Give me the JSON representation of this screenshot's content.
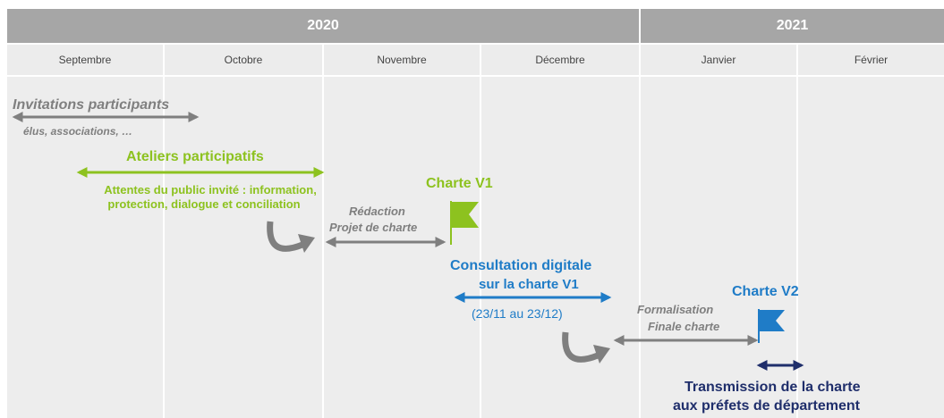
{
  "years": [
    {
      "label": "2020"
    },
    {
      "label": "2021"
    }
  ],
  "months": [
    "Septembre",
    "Octobre",
    "Novembre",
    "Décembre",
    "Janvier",
    "Février"
  ],
  "items": {
    "invitations": {
      "title": "Invitations participants",
      "subtitle": "élus, associations, …"
    },
    "ateliers": {
      "title": "Ateliers participatifs",
      "line1": "Attentes du public invité : information,",
      "line2": "protection, dialogue et conciliation"
    },
    "redaction": {
      "line1": "Rédaction",
      "line2": "Projet de charte"
    },
    "charte_v1": {
      "label": "Charte V1"
    },
    "consultation": {
      "line1": "Consultation digitale",
      "line2": "sur la charte V1",
      "dates": "(23/11 au 23/12)"
    },
    "formalisation": {
      "line1": "Formalisation",
      "line2": "Finale charte"
    },
    "charte_v2": {
      "label": "Charte V2"
    },
    "transmission": {
      "line1": "Transmission de la charte",
      "line2": "aux préfets de département"
    }
  },
  "colors": {
    "gray": "#7f7f7f",
    "green": "#8dc21f",
    "blue": "#1f7cc7",
    "navy": "#1f2e6b",
    "year_bar": "#a6a6a6"
  }
}
